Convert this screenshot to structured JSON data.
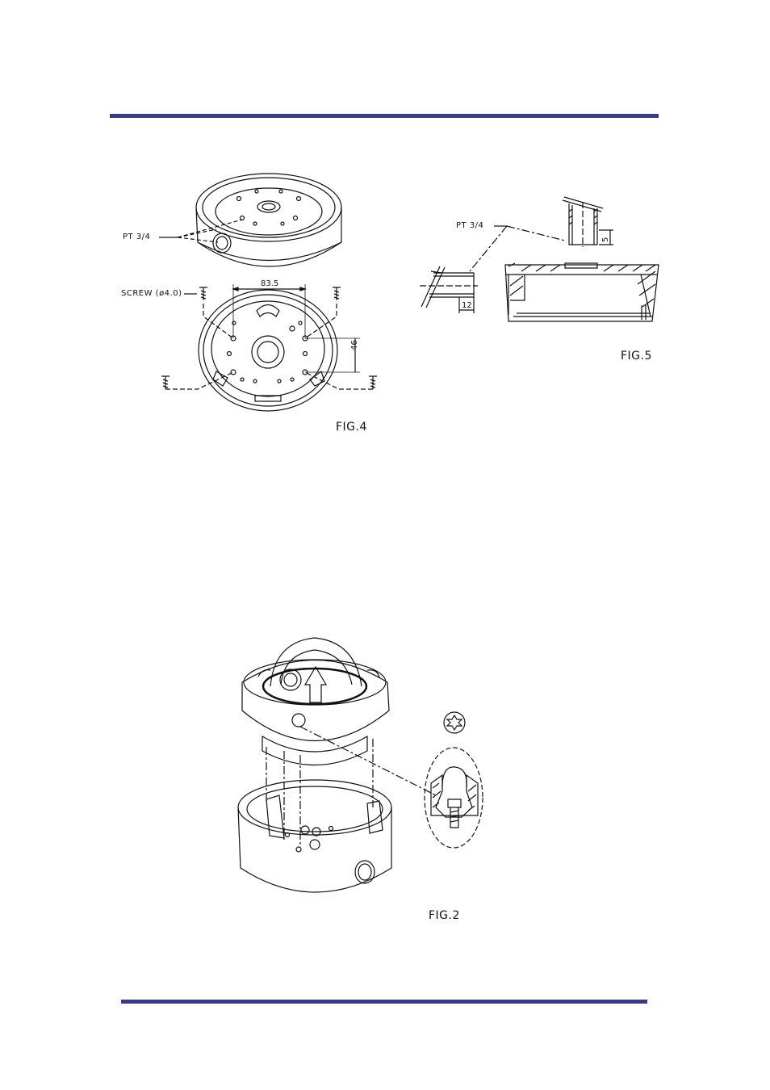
{
  "fig4": {
    "caption": "FIG.4",
    "pt_label": "PT 3/4",
    "screw_label": "SCREW (ø4.0)",
    "dim_width": "83.5",
    "dim_height": "46"
  },
  "fig5": {
    "caption": "FIG.5",
    "pt_label": "PT 3/4",
    "dim_thread": "5",
    "dim_length": "12"
  },
  "fig2": {
    "caption": "FIG.2"
  },
  "colors": {
    "rule": "#3a3a8c"
  }
}
